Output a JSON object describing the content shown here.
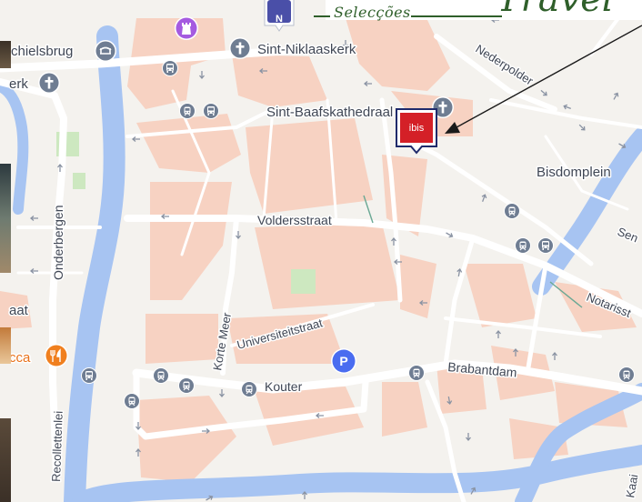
{
  "header": {
    "section": "Selecções",
    "brand": "Travel"
  },
  "labels": {
    "schielsbrug": "chielsbrug",
    "sint_niklaaskerk": "Sint-Niklaaskerk",
    "kerk": "erk",
    "sint_baafskathedraal": "Sint-Baafskathedraal",
    "nederpolder": "Nederpolder",
    "bisdomplein": "Bisdomplein",
    "voldersstraat": "Voldersstraat",
    "sen": "Sen",
    "onderbergen": "Onderbergen",
    "notarisstraat": "Notarisst",
    "universiteitstraat": "Universiteitstraat",
    "korte_meer": "Korte Meer",
    "aat": "aat",
    "cca": "cca",
    "kouter": "Kouter",
    "brabantdam": "Brabantdam",
    "recollettenlei": "Recollettenlei",
    "kaai": "Kaai"
  },
  "markers": {
    "hotel": "ibis",
    "parking": "P"
  },
  "colors": {
    "water": "#a7c4f2",
    "built": "#f7d2c2",
    "park": "#cde8c0",
    "road": "#ffffff",
    "base": "#f4f2ee",
    "header_green": "#2f5f2a",
    "ibis_red": "#d42027",
    "poi_slate": "#6f7d92",
    "poi_purple": "#a55ae0",
    "poi_orange": "#f07f1e",
    "parking_blue": "#4a6cf0"
  },
  "icons": {
    "church": "cross-icon",
    "bus": "bus-icon",
    "tram": "tram-icon",
    "bridge": "bridge-icon",
    "tower": "tower-icon",
    "restaurant": "fork-knife-icon",
    "hotel": "ibis-hotel-icon",
    "parking": "parking-icon",
    "one_way": "arrow-icon"
  }
}
